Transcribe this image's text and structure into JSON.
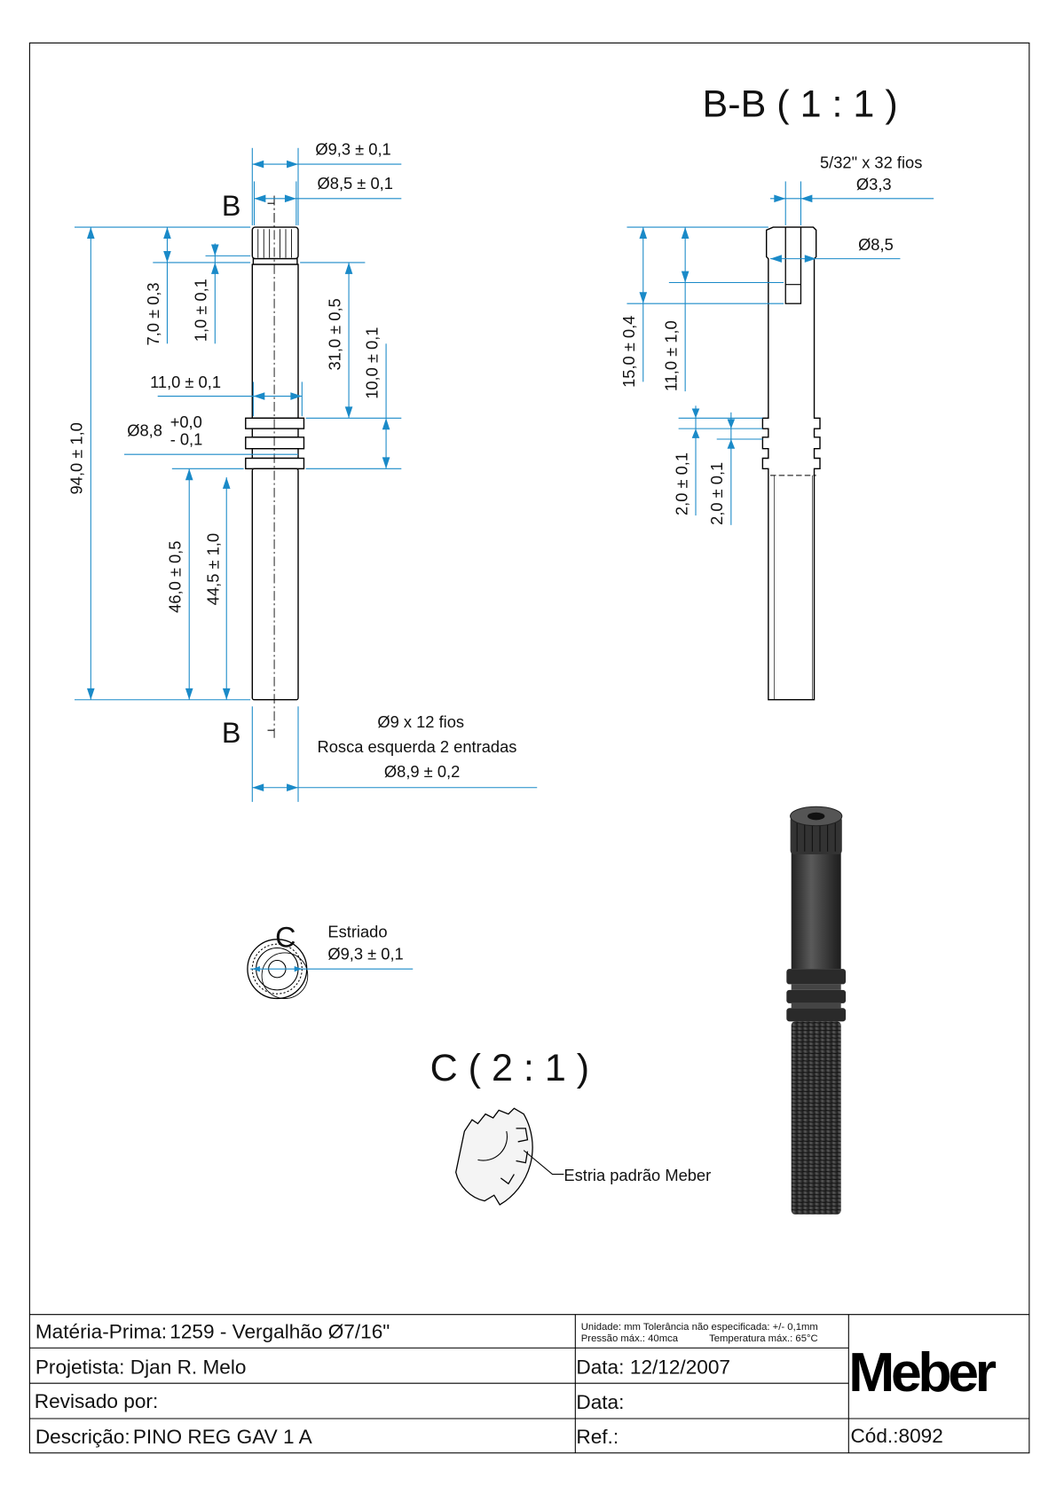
{
  "main_view": {
    "section_mark": "B",
    "dia_knurl": "Ø9,3 ± 0,1",
    "dia_head": "Ø8,5 ± 0,1",
    "dim_7": "7,0 ± 0,3",
    "dim_1": "1,0 ± 0,1",
    "dim_31": "31,0 ± 0,5",
    "dim_10": "10,0 ± 0,1",
    "dim_11": "11,0 ± 0,1",
    "dia_groove": "Ø8,8",
    "tol_plus": "+0,0",
    "tol_minus": "- 0,1",
    "dim_94": "94,0 ± 1,0",
    "dim_46": "46,0 ± 0,5",
    "dim_44": "44,5 ± 1,0",
    "thread_1": "Ø9 x 12 fios",
    "thread_2": "Rosca esquerda 2 entradas",
    "thread_3": "Ø8,9 ± 0,2"
  },
  "section_view": {
    "title": "B-B ( 1 : 1 )",
    "thread": "5/32\" x 32 fios",
    "dia_bore": "Ø3,3",
    "dia_outer": "Ø8,5",
    "dim_15": "15,0 ± 0,4",
    "dim_11": "11,0 ± 1,0",
    "dim_2a": "2,0 ± 0,1",
    "dim_2b": "2,0 ± 0,1"
  },
  "end_view": {
    "detail_mark": "C",
    "label": "Estriado",
    "dia": "Ø9,3 ± 0,1"
  },
  "detail_view": {
    "title": "C ( 2 : 1 )",
    "note": "Estria padrão Meber"
  },
  "title_block": {
    "materia_label": "Matéria-Prima:",
    "materia_value": "1259 - Vergalhão Ø7/16\"",
    "notes_1": "Unidade: mm Tolerância não especificada: +/- 0,1mm",
    "notes_2a": "Pressão máx.: 40mca",
    "notes_2b": "Temperatura máx.: 65°C",
    "projetista_label": "Projetista:",
    "projetista_value": "Djan R. Melo",
    "data_label": "Data:",
    "data_value": "12/12/2007",
    "revisado_label": "Revisado por:",
    "data2_label": "Data:",
    "descricao_label": "Descrição:",
    "descricao_value": "PINO REG GAV 1 A",
    "ref_label": "Ref.:",
    "cod_label": "Cód.:",
    "cod_value": "8092",
    "logo": "Meber"
  },
  "colors": {
    "dimension": "#1a8ac8",
    "hatch": "#3a9a3a",
    "part_3d": "#3a3a3a"
  }
}
